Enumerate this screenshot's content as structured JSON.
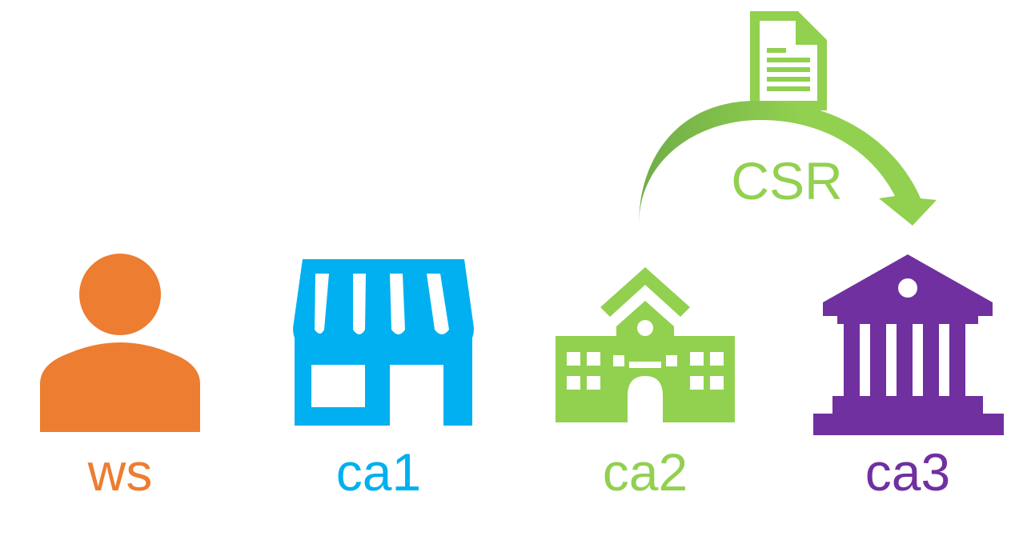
{
  "nodes": [
    {
      "id": "ws",
      "label": "ws",
      "icon": "person-icon",
      "color": "#ED7D31"
    },
    {
      "id": "ca1",
      "label": "ca1",
      "icon": "storefront-icon",
      "color": "#00B0F0"
    },
    {
      "id": "ca2",
      "label": "ca2",
      "icon": "school-building-icon",
      "color": "#92D050"
    },
    {
      "id": "ca3",
      "label": "ca3",
      "icon": "bank-building-icon",
      "color": "#7030A0"
    }
  ],
  "flow": {
    "label": "CSR",
    "from": "ca2",
    "to": "ca3",
    "icon": "document-icon",
    "color": "#92D050",
    "dark_color": "#70AD47"
  }
}
